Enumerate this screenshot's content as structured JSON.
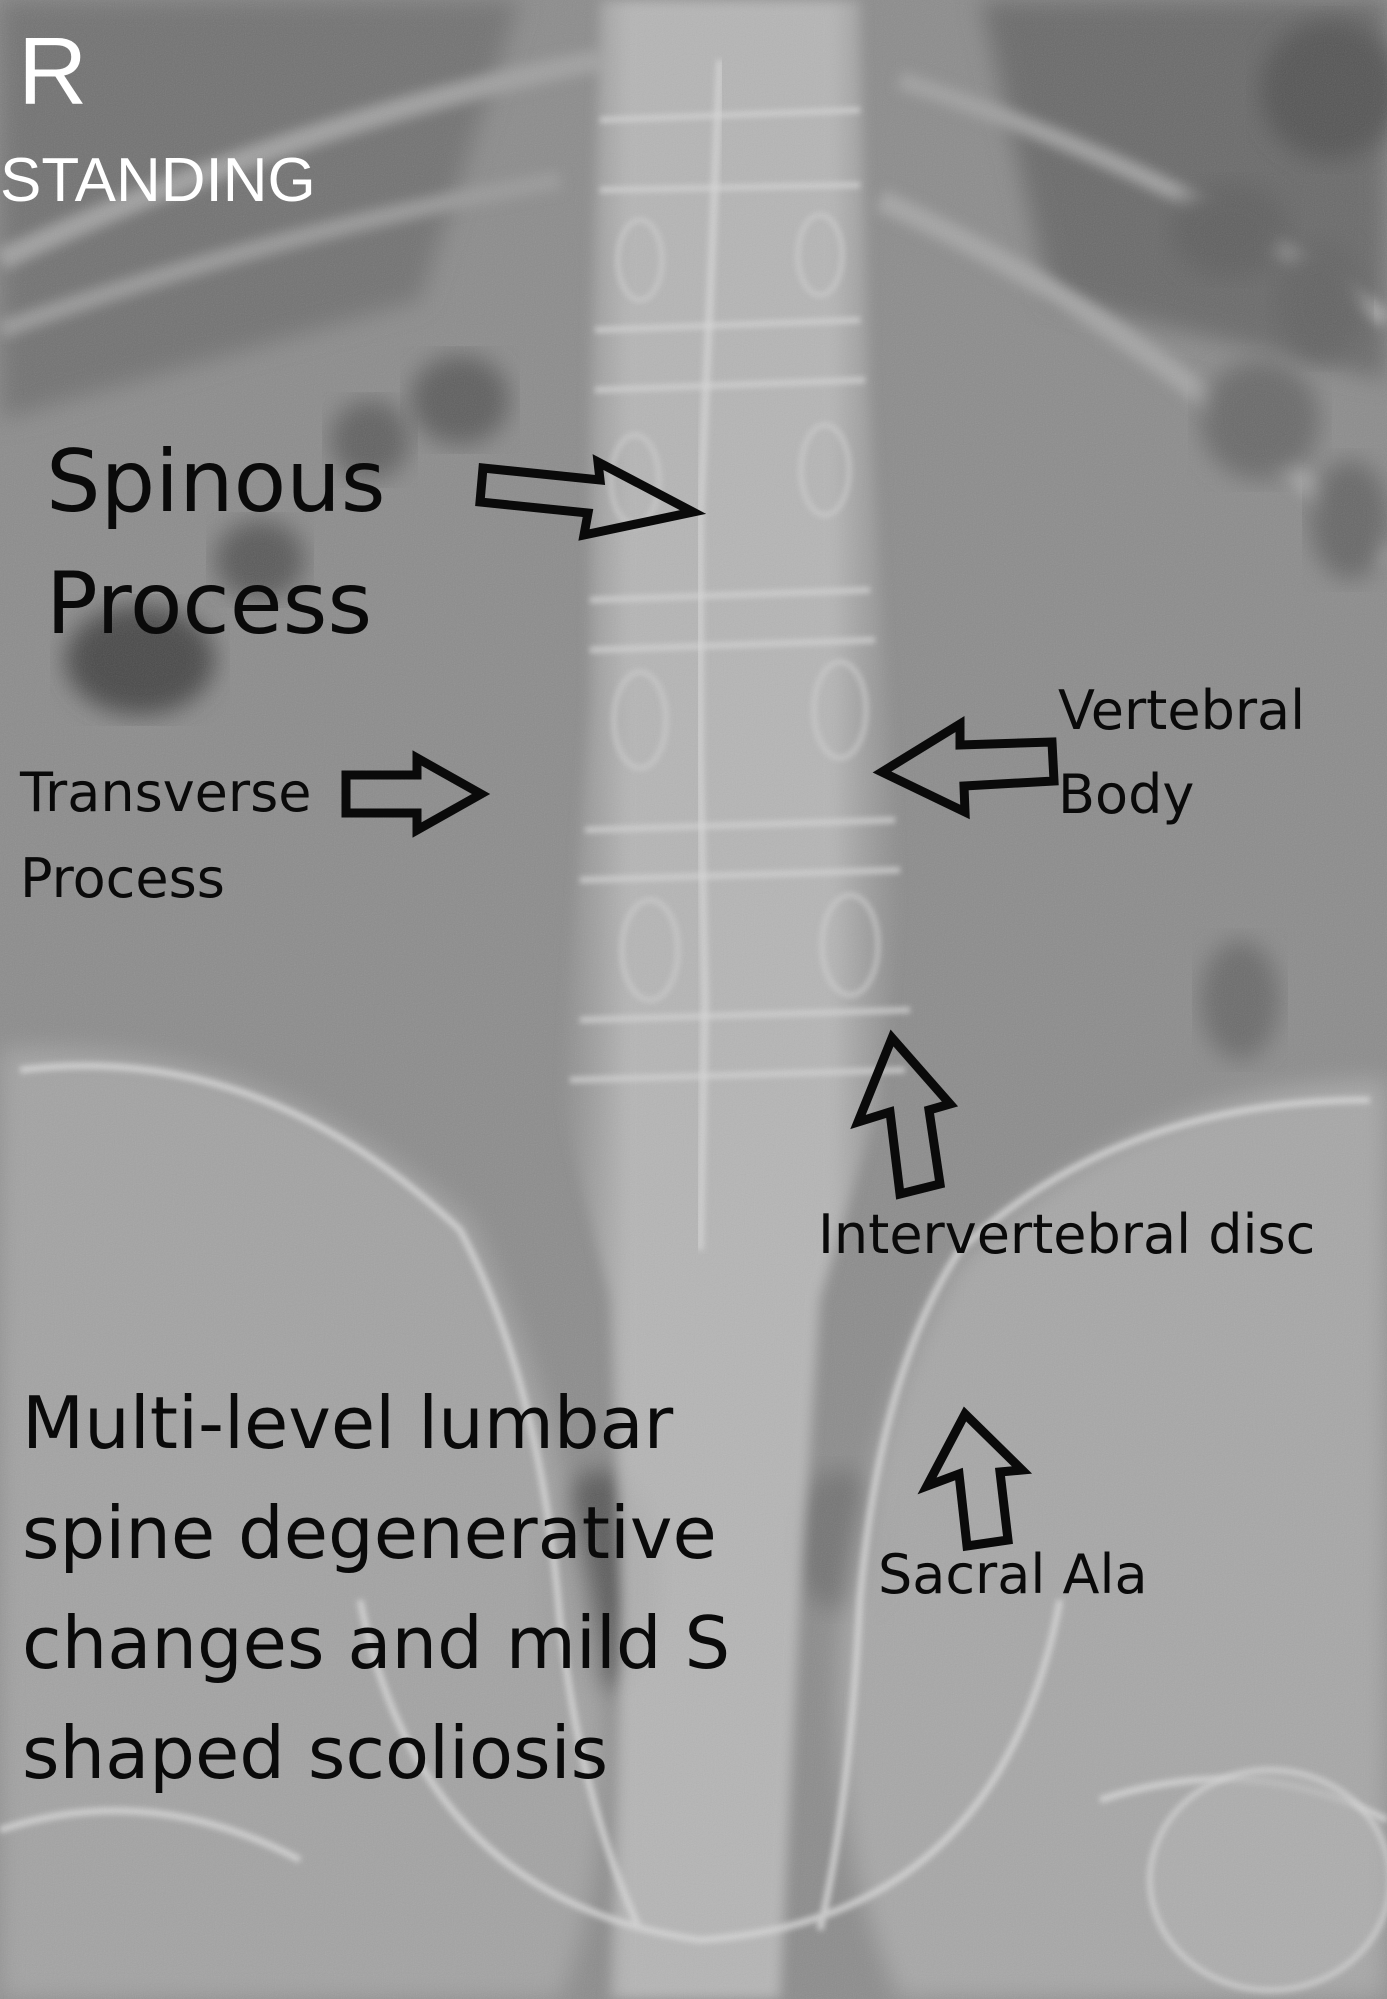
{
  "image": {
    "kind": "radiograph",
    "view": "AP lumbar spine and pelvis",
    "colors": {
      "label_text": "#0a0a0a",
      "marker_text": "#ffffff",
      "arrow_outline": "#0a0a0a"
    }
  },
  "markers": {
    "side": "R",
    "position": "STANDING"
  },
  "annotations": {
    "spinous_process": {
      "line1": "Spinous",
      "line2": "Process",
      "arrow": "right-arrow-icon"
    },
    "transverse_process": {
      "line1": "Transverse",
      "line2": "Process",
      "arrow": "right-arrow-icon"
    },
    "vertebral_body": {
      "line1": "Vertebral",
      "line2": "Body",
      "arrow": "left-arrow-icon"
    },
    "intervertebral_disc": {
      "label": "Intervertebral disc",
      "arrow": "up-arrow-icon"
    },
    "sacral_ala": {
      "label": "Sacral Ala",
      "arrow": "up-arrow-icon"
    }
  },
  "finding": {
    "lines": [
      "Multi-level lumbar",
      "spine degenerative",
      "changes and mild S",
      "shaped scoliosis"
    ]
  }
}
